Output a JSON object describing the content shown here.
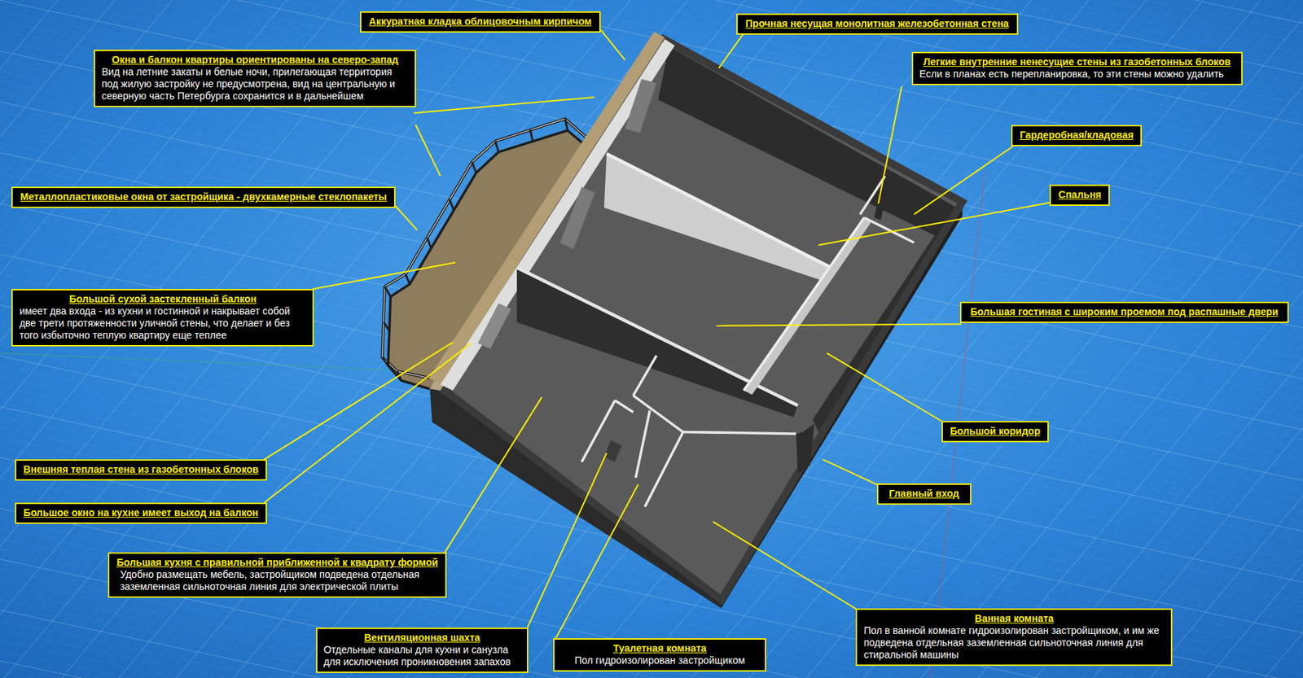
{
  "diagram": {
    "nodes": [
      {
        "text": [
          "Аккуратная кладка облицовочным кирпичом"
        ]
      },
      {
        "text": [
          "Прочная несущая монолитная железобетонная стена"
        ]
      },
      {
        "text": [
          "Окна и балкон квартиры ориентированы на северо-запад",
          "Вид на летние закаты и белые ночи, прилегающая территория под жилую застройку не предусмотрена, вид на центральную и северную часть Петербурга сохранится и в дальнейшем"
        ]
      },
      {
        "text": [
          "Легкие внутренние ненесущие стены из газобетонных блоков",
          "Если в планах есть перепланировка, то эти стены можно удалить"
        ]
      },
      {
        "text": [
          "Гардеробная/кладовая"
        ]
      },
      {
        "text": [
          "Металлопластиковые окна от застройщика - двухкамерные стеклопакеты"
        ]
      },
      {
        "text": [
          "Спальня"
        ]
      },
      {
        "text": [
          "Большой сухой застекленный балкон",
          "имеет два входа - из кухни и гостинной и накрывает собой две трети протяженности уличной стены, что делает и без того избыточно теплую квартиру еще теплее"
        ]
      },
      {
        "text": [
          "Большая гостиная с широким проемом под распашные двери"
        ]
      },
      {
        "text": [
          "Большой коридор"
        ]
      },
      {
        "text": [
          "Главный вход"
        ]
      },
      {
        "text": [
          "Внешняя теплая стена из газобетонных блоков"
        ]
      },
      {
        "text": [
          "Большое окно на кухне имеет выход на балкон"
        ]
      },
      {
        "text": [
          "Большая кухня с правильной приближенной к квадрату формой",
          "Удобно размещать мебель, застройщиком подведена отдельная заземленная сильноточная линия для электрической плиты"
        ]
      },
      {
        "text": [
          "Вентиляционная шахта",
          "Отдельные каналы для кухни и санузла для исключения проникновения запахов"
        ]
      },
      {
        "text": [
          "Туалетная комната",
          "Пол гидроизолирован застройщиком"
        ]
      },
      {
        "text": [
          "Ванная комната",
          "Пол в ванной комнате гидроизолирован застройщиком, и им же подведена отдельная заземленная сильноточная линия для стиральной машины"
        ]
      }
    ]
  }
}
